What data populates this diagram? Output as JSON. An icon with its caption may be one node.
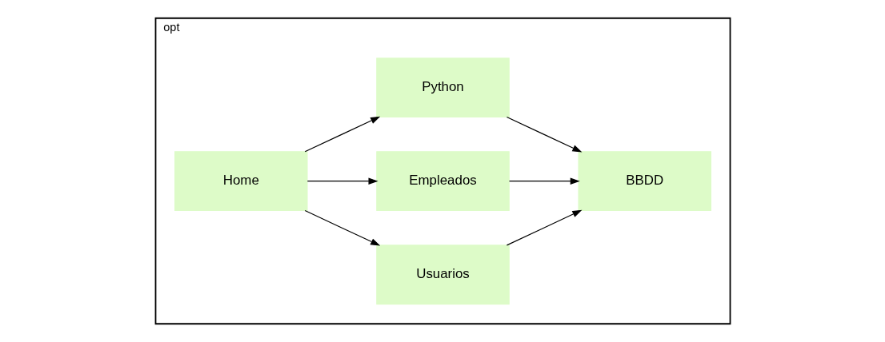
{
  "diagram": {
    "nodes": [
      {
        "text": [
          "opt"
        ]
      },
      {
        "text": [
          "Home"
        ],
        "in": 0
      },
      {
        "text": [
          "Usuarios"
        ],
        "in": 0
      },
      {
        "text": [
          "Empleados"
        ],
        "in": 0
      },
      {
        "text": [
          "Python"
        ],
        "in": 0
      },
      {
        "text": [
          "BBDD"
        ],
        "in": 0
      }
    ],
    "edges": [
      {
        "from": 1,
        "to": 2,
        "arrow": "to"
      },
      {
        "from": 1,
        "to": 3,
        "arrow": "to"
      },
      {
        "from": 1,
        "to": 4,
        "arrow": "to"
      },
      {
        "from": 2,
        "to": 5,
        "arrow": "to"
      },
      {
        "from": 3,
        "to": 5,
        "arrow": "to"
      },
      {
        "from": 4,
        "to": 5,
        "arrow": "to"
      }
    ]
  }
}
